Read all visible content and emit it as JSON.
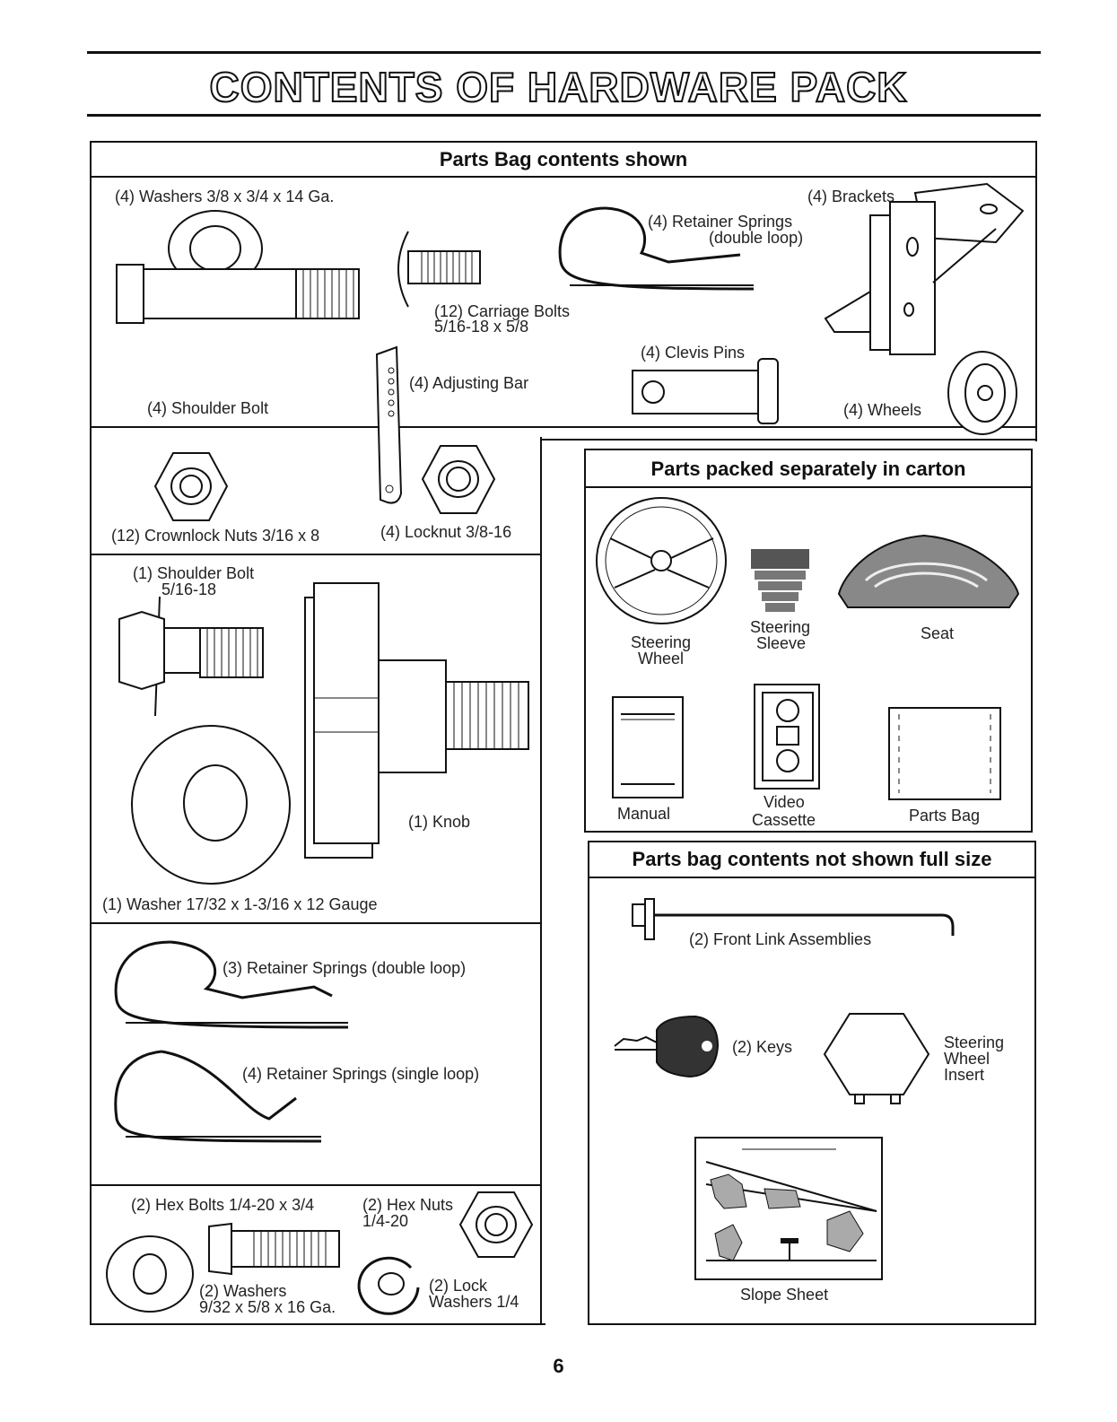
{
  "page": {
    "title": "CONTENTS OF HARDWARE PACK",
    "page_number": "6"
  },
  "parts_bag": {
    "header": "Parts Bag contents shown",
    "washers": "(4) Washers 3/8 x 3/4 x 14 Ga.",
    "carriage_bolts_1": "(12) Carriage Bolts",
    "carriage_bolts_2": "5/16-18 x 5/8",
    "retainer_springs_1": "(4)  Retainer Springs",
    "retainer_springs_2": "(double loop)",
    "brackets": "(4) Brackets",
    "shoulder_bolt": "(4) Shoulder Bolt",
    "adjusting_bar": "(4) Adjusting Bar",
    "clevis_pins": "(4) Clevis Pins",
    "wheels": "(4) Wheels",
    "crownlock_nuts": "(12) Crownlock Nuts  3/16 x 8",
    "locknut": "(4) Locknut  3/8-16"
  },
  "knob_section": {
    "shoulder_bolt_1": "(1) Shoulder Bolt",
    "shoulder_bolt_2": "5/16-18",
    "knob": "(1) Knob",
    "washer": "(1) Washer  17/32 x 1-3/16 x 12 Gauge"
  },
  "springs_section": {
    "double_loop": "(3)  Retainer Springs (double loop)",
    "single_loop": "(4)  Retainer Springs (single loop)"
  },
  "hex_section": {
    "hex_bolts": "(2) Hex Bolts  1/4-20 x 3/4",
    "hex_nuts_1": "(2) Hex Nuts",
    "hex_nuts_2": "1/4-20",
    "washers_1": "(2) Washers",
    "washers_2": "9/32  x 5/8 x 16 Ga.",
    "lock_washers_1": "(2) Lock",
    "lock_washers_2": "Washers  1/4"
  },
  "carton": {
    "header": "Parts packed separately in carton",
    "steering_wheel_1": "Steering",
    "steering_wheel_2": "Wheel",
    "steering_sleeve_1": "Steering",
    "steering_sleeve_2": "Sleeve",
    "seat": "Seat",
    "manual": "Manual",
    "video_1": "Video",
    "video_2": "Cassette",
    "parts_bag": "Parts Bag"
  },
  "not_full_size": {
    "header": "Parts bag contents not shown full size",
    "front_link": "(2) Front Link Assemblies",
    "keys": "(2) Keys",
    "insert_1": "Steering",
    "insert_2": "Wheel",
    "insert_3": "Insert",
    "slope_sheet": "Slope Sheet"
  }
}
